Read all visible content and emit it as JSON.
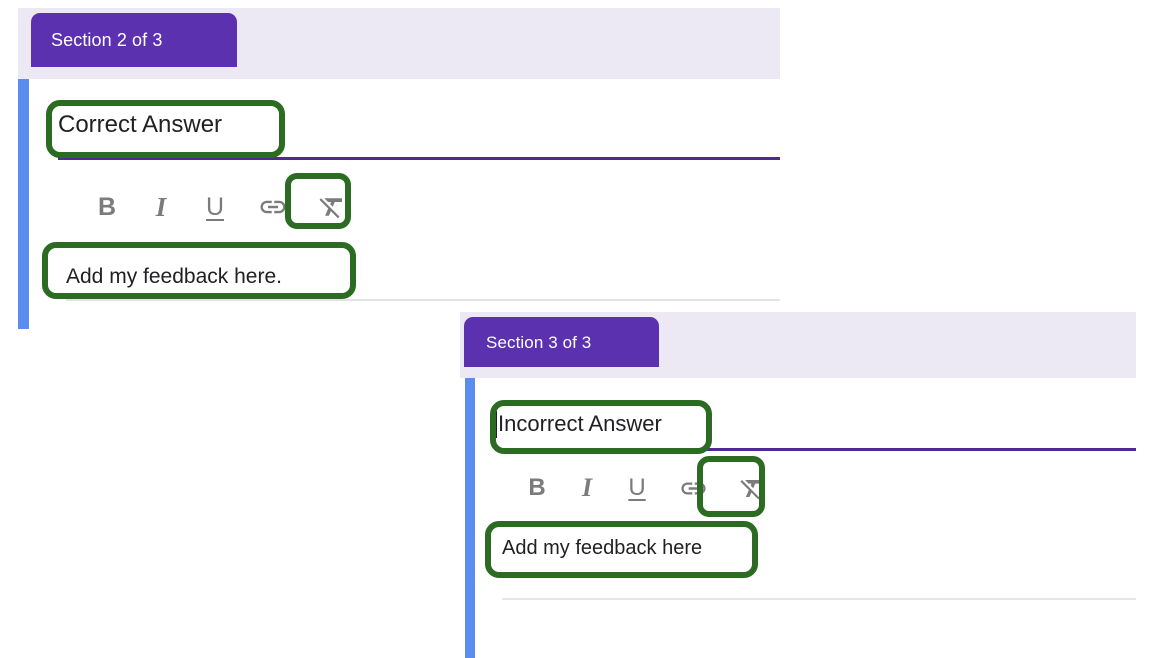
{
  "theme": {
    "tab_purple": "#5b31b0",
    "header_lavender": "#ece9f5",
    "accent_blue": "#5b8df0",
    "title_underline_purple": "#4e2a91",
    "annotation_green": "#2b6b22",
    "toolbar_gray": "#7b7b7b",
    "text_black": "#202124"
  },
  "cards": [
    {
      "id": "section-2",
      "tab_label": "Section 2 of 3",
      "answer": {
        "value": "Correct Answer",
        "has_caret": false
      },
      "toolbar": {
        "buttons": [
          {
            "name": "bold-icon",
            "glyph": "B",
            "label": "Bold",
            "highlighted": false
          },
          {
            "name": "italic-icon",
            "glyph": "I",
            "label": "Italic",
            "highlighted": false
          },
          {
            "name": "underline-icon",
            "glyph": "U",
            "label": "Underline",
            "highlighted": false
          },
          {
            "name": "link-icon",
            "glyph": "link",
            "label": "Insert link",
            "highlighted": true
          },
          {
            "name": "clear-formatting-icon",
            "glyph": "clear-format",
            "label": "Remove formatting",
            "highlighted": false
          }
        ]
      },
      "feedback": {
        "value": "Add my feedback here."
      }
    },
    {
      "id": "section-3",
      "tab_label": "Section 3 of 3",
      "answer": {
        "value": "Incorrect Answer",
        "has_caret": true
      },
      "toolbar": {
        "buttons": [
          {
            "name": "bold-icon",
            "glyph": "B",
            "label": "Bold",
            "highlighted": false
          },
          {
            "name": "italic-icon",
            "glyph": "I",
            "label": "Italic",
            "highlighted": false
          },
          {
            "name": "underline-icon",
            "glyph": "U",
            "label": "Underline",
            "highlighted": false
          },
          {
            "name": "link-icon",
            "glyph": "link",
            "label": "Insert link",
            "highlighted": true
          },
          {
            "name": "clear-formatting-icon",
            "glyph": "clear-format",
            "label": "Remove formatting",
            "highlighted": false
          }
        ]
      },
      "feedback": {
        "value": "Add my feedback here"
      }
    }
  ]
}
